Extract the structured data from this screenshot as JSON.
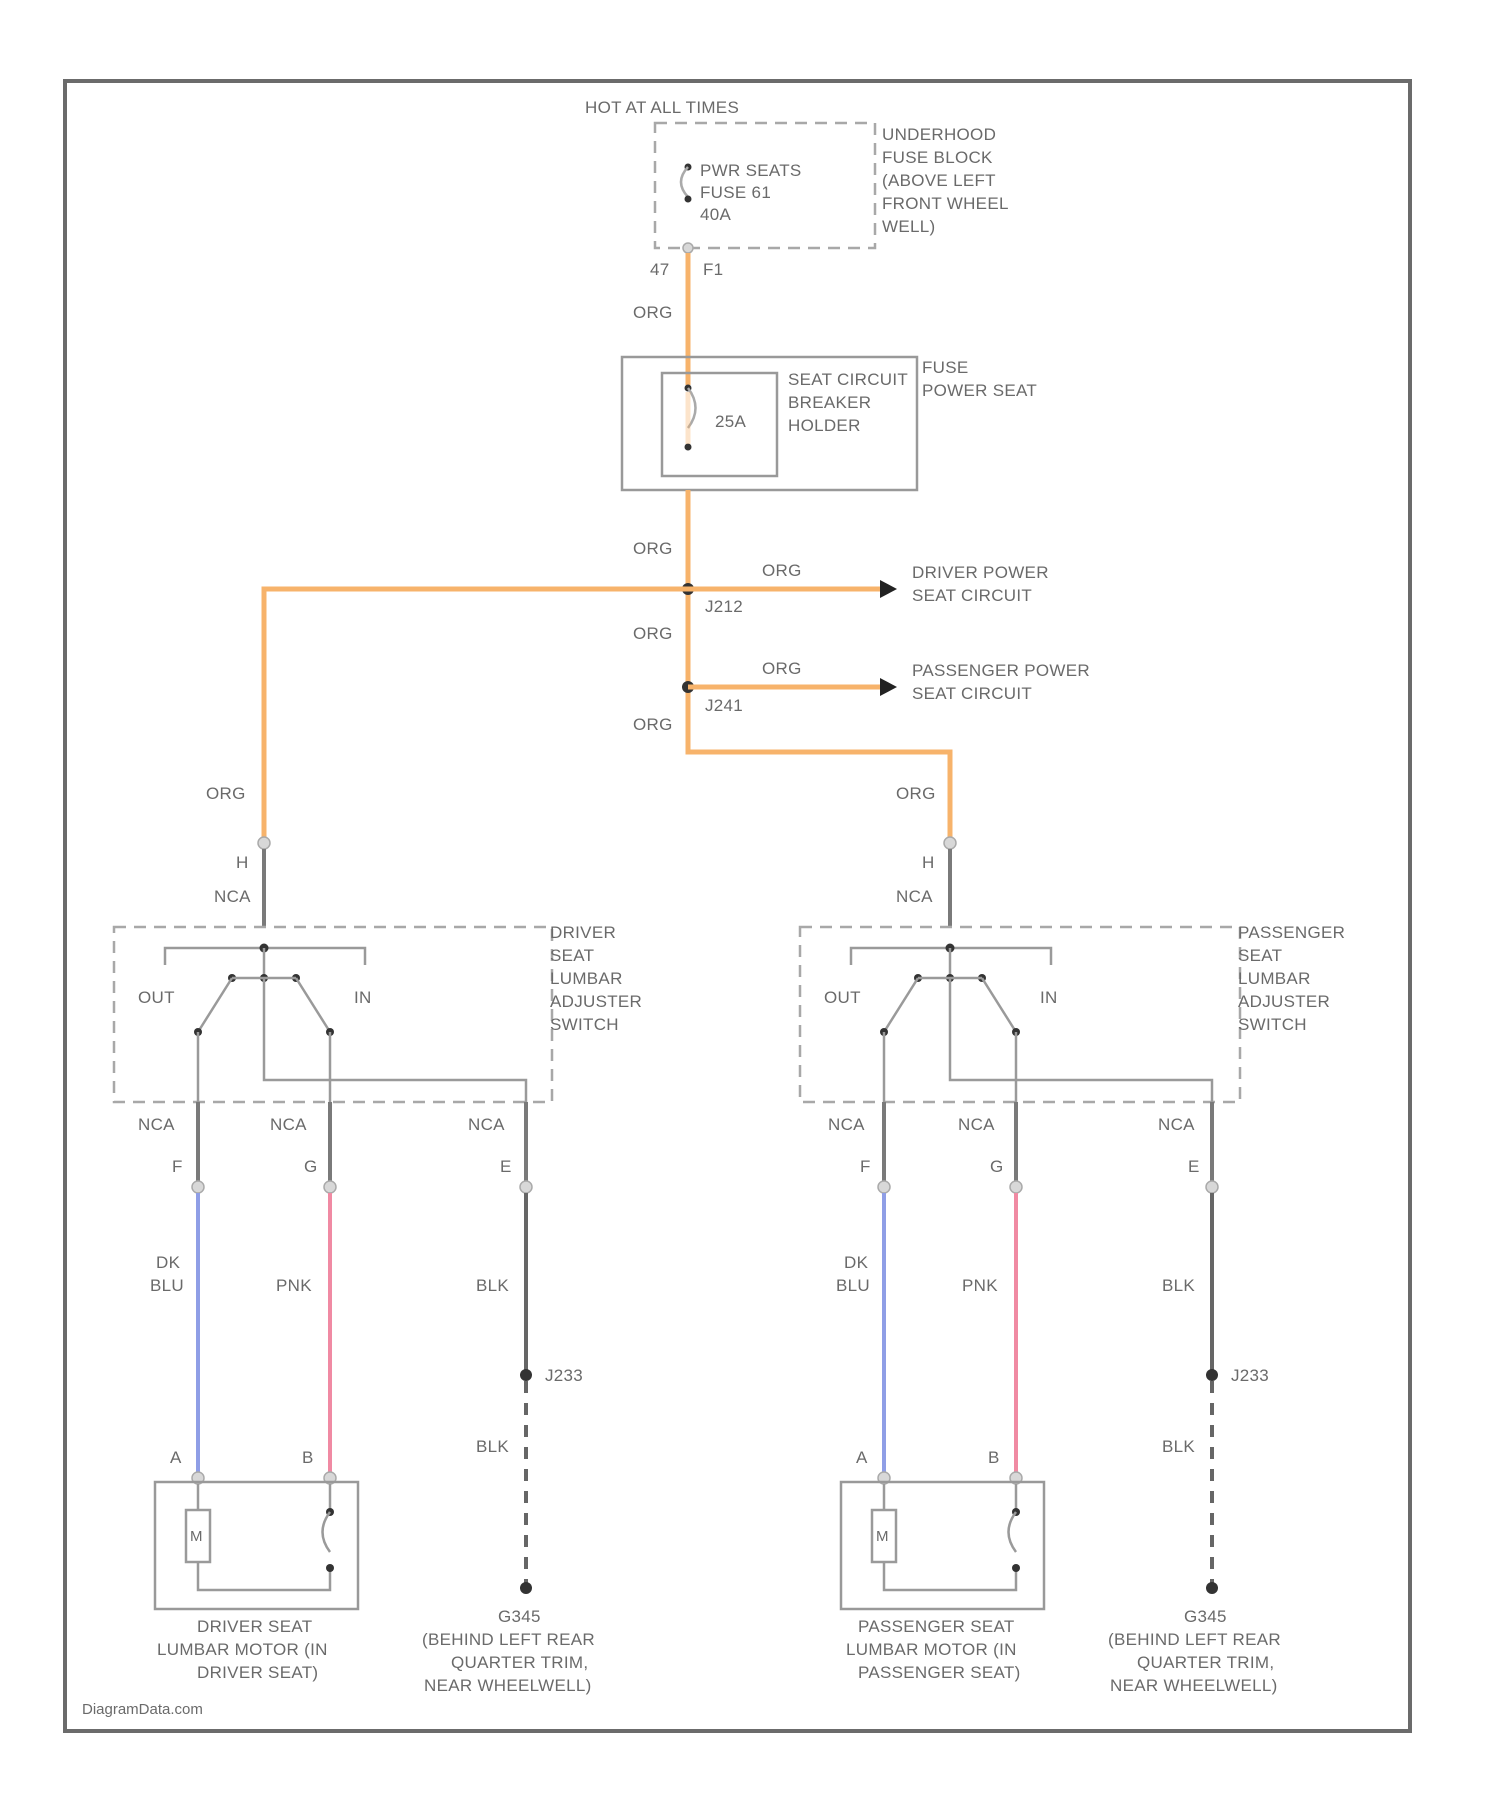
{
  "top": {
    "hot_label": "HOT AT ALL TIMES",
    "fuse_line1": "PWR SEATS",
    "fuse_line2": "FUSE 61",
    "fuse_line3": "40A",
    "fuse_block": [
      "UNDERHOOD",
      "FUSE BLOCK",
      "(ABOVE LEFT",
      "FRONT WHEEL",
      "WELL)"
    ],
    "pin_left": "47",
    "pin_right": "F1"
  },
  "breaker": {
    "rating": "25A",
    "label": [
      "SEAT CIRCUIT",
      "BREAKER",
      "HOLDER"
    ],
    "side_label": [
      "FUSE",
      "POWER SEAT"
    ]
  },
  "splices": {
    "upper": "J212",
    "lower": "J241"
  },
  "branches": {
    "driver_circuit": [
      "DRIVER POWER",
      "SEAT CIRCUIT"
    ],
    "passenger_circuit": [
      "PASSENGER POWER",
      "SEAT CIRCUIT"
    ]
  },
  "wire_colors": {
    "org": "ORG",
    "nca": "NCA",
    "dk_blu": [
      "DK",
      "BLU"
    ],
    "pnk": "PNK",
    "blk": "BLK"
  },
  "pins": {
    "h": "H",
    "f": "F",
    "g": "G",
    "e": "E",
    "a": "A",
    "b": "B"
  },
  "switch": {
    "out": "OUT",
    "in": "IN"
  },
  "driver": {
    "switch_label": [
      "DRIVER",
      "SEAT",
      "LUMBAR",
      "ADJUSTER",
      "SWITCH"
    ],
    "splice": "J233",
    "motor_symbol": "M",
    "motor_label": [
      "DRIVER SEAT",
      "LUMBAR MOTOR (IN",
      "DRIVER SEAT)"
    ],
    "ground_label": [
      "G345",
      "(BEHIND LEFT REAR",
      "QUARTER TRIM,",
      "NEAR WHEELWELL)"
    ]
  },
  "passenger": {
    "switch_label": [
      "PASSENGER",
      "SEAT",
      "LUMBAR",
      "ADJUSTER",
      "SWITCH"
    ],
    "splice": "J233",
    "motor_symbol": "M",
    "motor_label": [
      "PASSENGER SEAT",
      "LUMBAR MOTOR (IN",
      "PASSENGER SEAT)"
    ],
    "ground_label": [
      "G345",
      "(BEHIND LEFT REAR",
      "QUARTER TRIM,",
      "NEAR WHEELWELL)"
    ]
  },
  "watermark": "DiagramData.com",
  "colors": {
    "org": "#f7b36b",
    "blu": "#8f9ee6",
    "pnk": "#f08aa3",
    "blk": "#666666",
    "nca": "#7a7a7a"
  }
}
